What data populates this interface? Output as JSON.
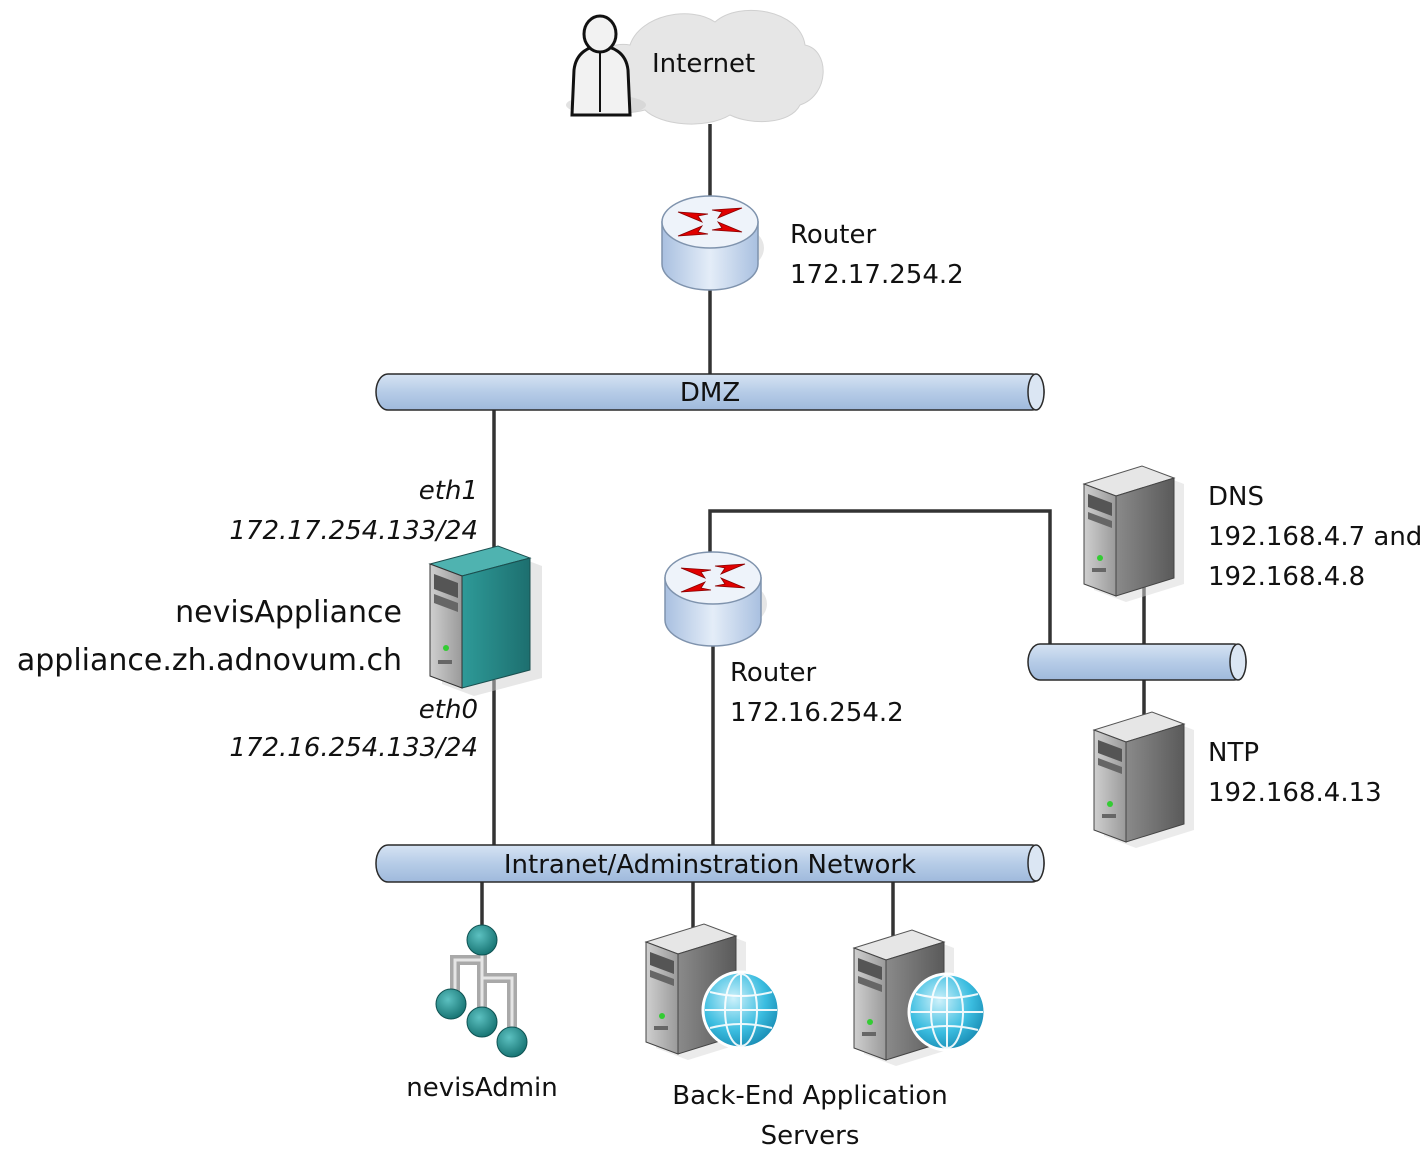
{
  "internet": {
    "label": "Internet"
  },
  "router_top": {
    "name": "Router",
    "ip": "172.17.254.2"
  },
  "dmz": {
    "label": "DMZ"
  },
  "appliance": {
    "eth1_name": "eth1",
    "eth1_ip": "172.17.254.133/24",
    "name": "nevisAppliance",
    "host": "appliance.zh.adnovum.ch",
    "eth0_name": "eth0",
    "eth0_ip": "172.16.254.133/24"
  },
  "router_inner": {
    "name": "Router",
    "ip": "172.16.254.2"
  },
  "dns": {
    "name": "DNS",
    "ip_line1": "192.168.4.7 and",
    "ip_line2": "192.168.4.8"
  },
  "ntp": {
    "name": "NTP",
    "ip": "192.168.4.13"
  },
  "intranet": {
    "label": "Intranet/Adminstration Network"
  },
  "nevis_admin": {
    "label": "nevisAdmin"
  },
  "backend": {
    "line1": "Back-End Application",
    "line2": "Servers"
  },
  "colors": {
    "bus_fill": "#b9cfe8",
    "appliance": "#2a8c8c",
    "server_gray": "#9a9a9a",
    "router_fill": "#c8d9ee",
    "arrow_red": "#e00000",
    "globe": "#2ab0d8"
  }
}
